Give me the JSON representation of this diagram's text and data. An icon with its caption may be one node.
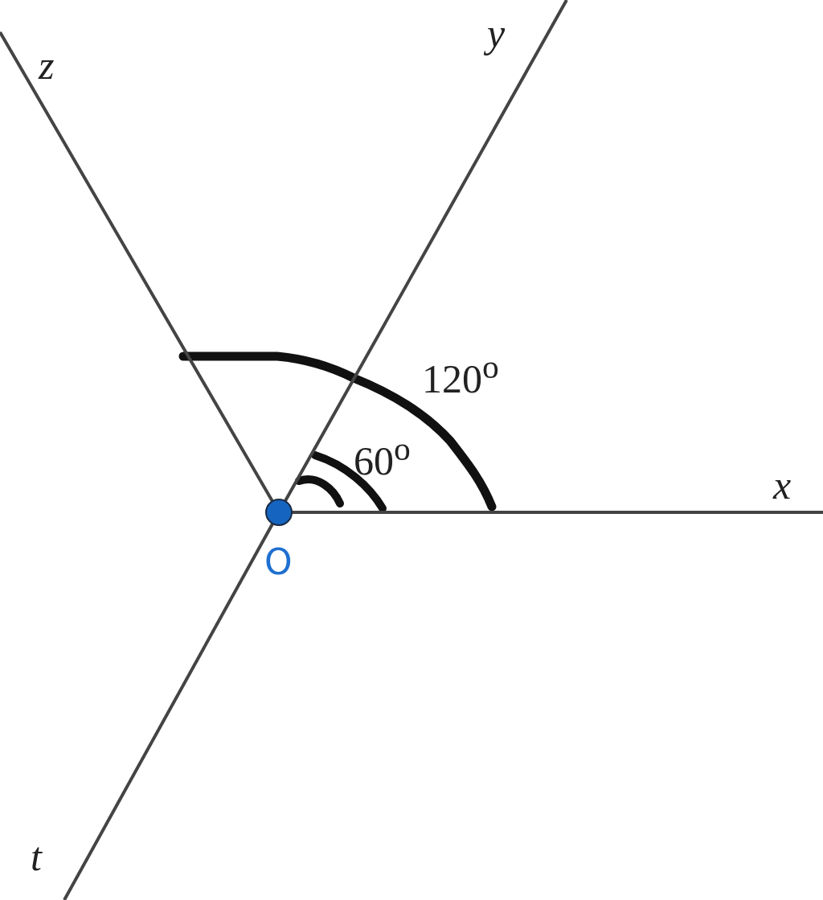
{
  "diagram": {
    "nodes": [
      {
        "text": [],
        "shape": "circle",
        "beside": [
          "O"
        ]
      },
      {
        "text": [
          "x"
        ]
      },
      {
        "text": [
          "y"
        ]
      },
      {
        "text": [
          "z"
        ]
      },
      {
        "text": [
          "t"
        ]
      }
    ],
    "edges": [
      {
        "from": 0,
        "to": 1,
        "arrow": "none"
      },
      {
        "from": 0,
        "to": 2,
        "arrow": "none"
      },
      {
        "from": 0,
        "to": 3,
        "arrow": "none"
      },
      {
        "from": 0,
        "to": 4,
        "arrow": "none"
      }
    ],
    "labels": [
      "120$^{o}$",
      "60$^{o}$"
    ]
  }
}
